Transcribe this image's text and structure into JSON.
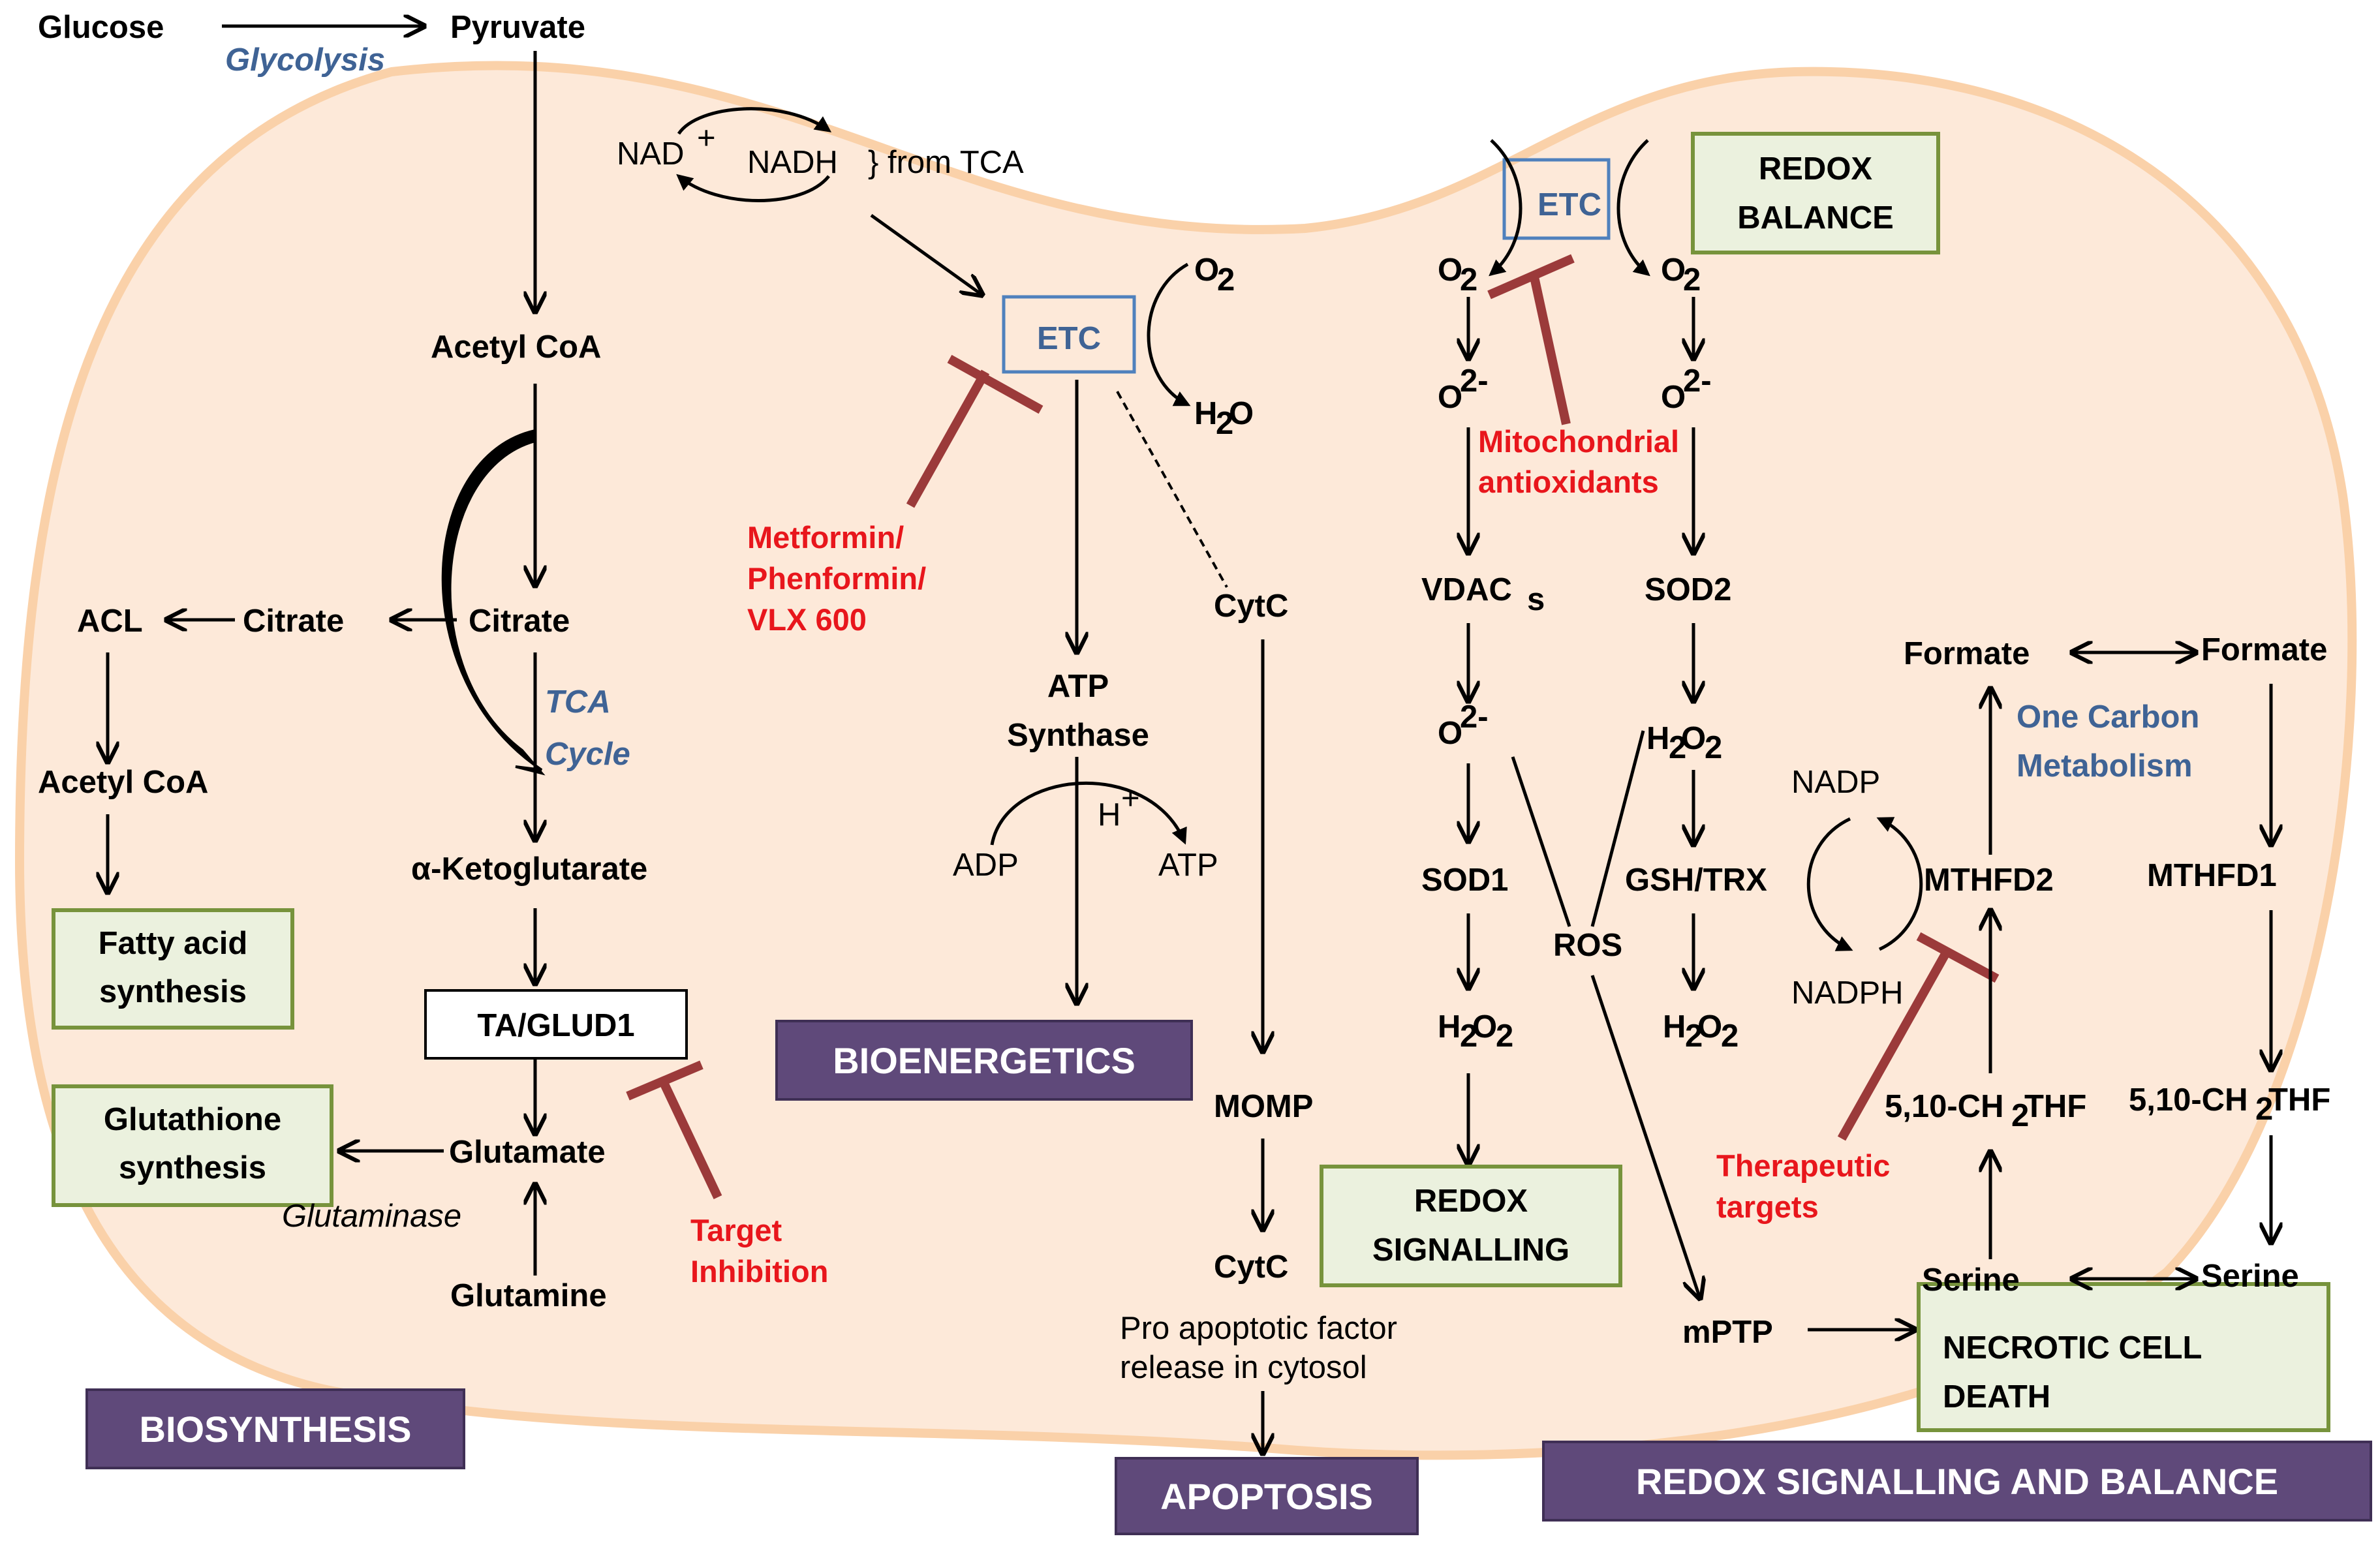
{
  "colors": {
    "cell_fill": "#fde9d9",
    "cell_border": "#fad1a9",
    "green_box_fill": "#ebf1de",
    "green_box_border": "#77933c",
    "purple_banner": "#5f497a",
    "inhibitor": "#9b3a3a",
    "red_text": "#e8161c",
    "blue_text": "#3f6395"
  },
  "glycolysis": {
    "glucose": "Glucose",
    "pyruvate": "Pyruvate",
    "label": "Glycolysis"
  },
  "nad": {
    "nad": "NAD",
    "nad_sup": "+",
    "nadh": "NADH",
    "from_tca": "} from TCA"
  },
  "biosynthesis": {
    "acetyl_coa": "Acetyl CoA",
    "citrate": "Citrate",
    "citrate_mid": "Citrate",
    "acl": "ACL",
    "acetyl_coa_left": "Acetyl CoA",
    "tca": "TCA",
    "cycle": "Cycle",
    "alpha_kg": "α-Ketoglutarate",
    "ta_glud1": "TA/GLUD1",
    "glutamate": "Glutamate",
    "glutaminase": "Glutaminase",
    "glutamine": "Glutamine",
    "fatty_acid": [
      "Fatty acid",
      "synthesis"
    ],
    "glutathione": [
      "Glutathione",
      "synthesis"
    ],
    "target_inhibition": [
      "Target",
      "Inhibition"
    ],
    "banner": "BIOSYNTHESIS"
  },
  "bioenergetics": {
    "etc": "ETC",
    "o2": "O",
    "h2o_h": "H",
    "h2o_o": "O",
    "drugs": [
      "Metformin/",
      "Phenformin/",
      "VLX 600"
    ],
    "atp_synthase": [
      "ATP",
      "Synthase"
    ],
    "h_plus": "H",
    "h_sup": "+",
    "adp": "ADP",
    "atp": "ATP",
    "banner": "BIOENERGETICS"
  },
  "apoptosis": {
    "cytc_top": "CytC",
    "momp": "MOMP",
    "cytc_bottom": "CytC",
    "release": [
      "Pro apoptotic factor",
      "release in cytosol"
    ],
    "banner": "APOPTOSIS"
  },
  "redox": {
    "etc": "ETC",
    "o2": "O",
    "superoxide": "O",
    "superoxide_sup": "2-",
    "mito_antiox": [
      "Mitochondrial",
      "antioxidants"
    ],
    "vdac": "VDAC",
    "vdac_sub": "s",
    "sod1": "SOD1",
    "sod2": "SOD2",
    "h2o2_h": "H",
    "h2o2_o": "O",
    "ros": "ROS",
    "gsh_trx": "GSH/TRX",
    "nadp": "NADP",
    "nadph": "NADPH",
    "mptp": "mPTP",
    "redox_balance": [
      "REDOX",
      "BALANCE"
    ],
    "redox_signalling": [
      "REDOX",
      "SIGNALLING"
    ],
    "necrotic": [
      "NECROTIC CELL",
      "DEATH"
    ],
    "therapeutic": [
      "Therapeutic",
      "targets"
    ],
    "banner": "REDOX SIGNALLING AND BALANCE"
  },
  "one_carbon": {
    "formate_left": "Formate",
    "formate_right": "Formate",
    "label": [
      "One Carbon",
      "Metabolism"
    ],
    "mthfd2": "MTHFD2",
    "mthfd1": "MTHFD1",
    "ch2thf_a": "5,10-CH",
    "ch2thf_sub": "2",
    "ch2thf_b": "THF",
    "serine_left": "Serine",
    "serine_right": "Serine"
  }
}
